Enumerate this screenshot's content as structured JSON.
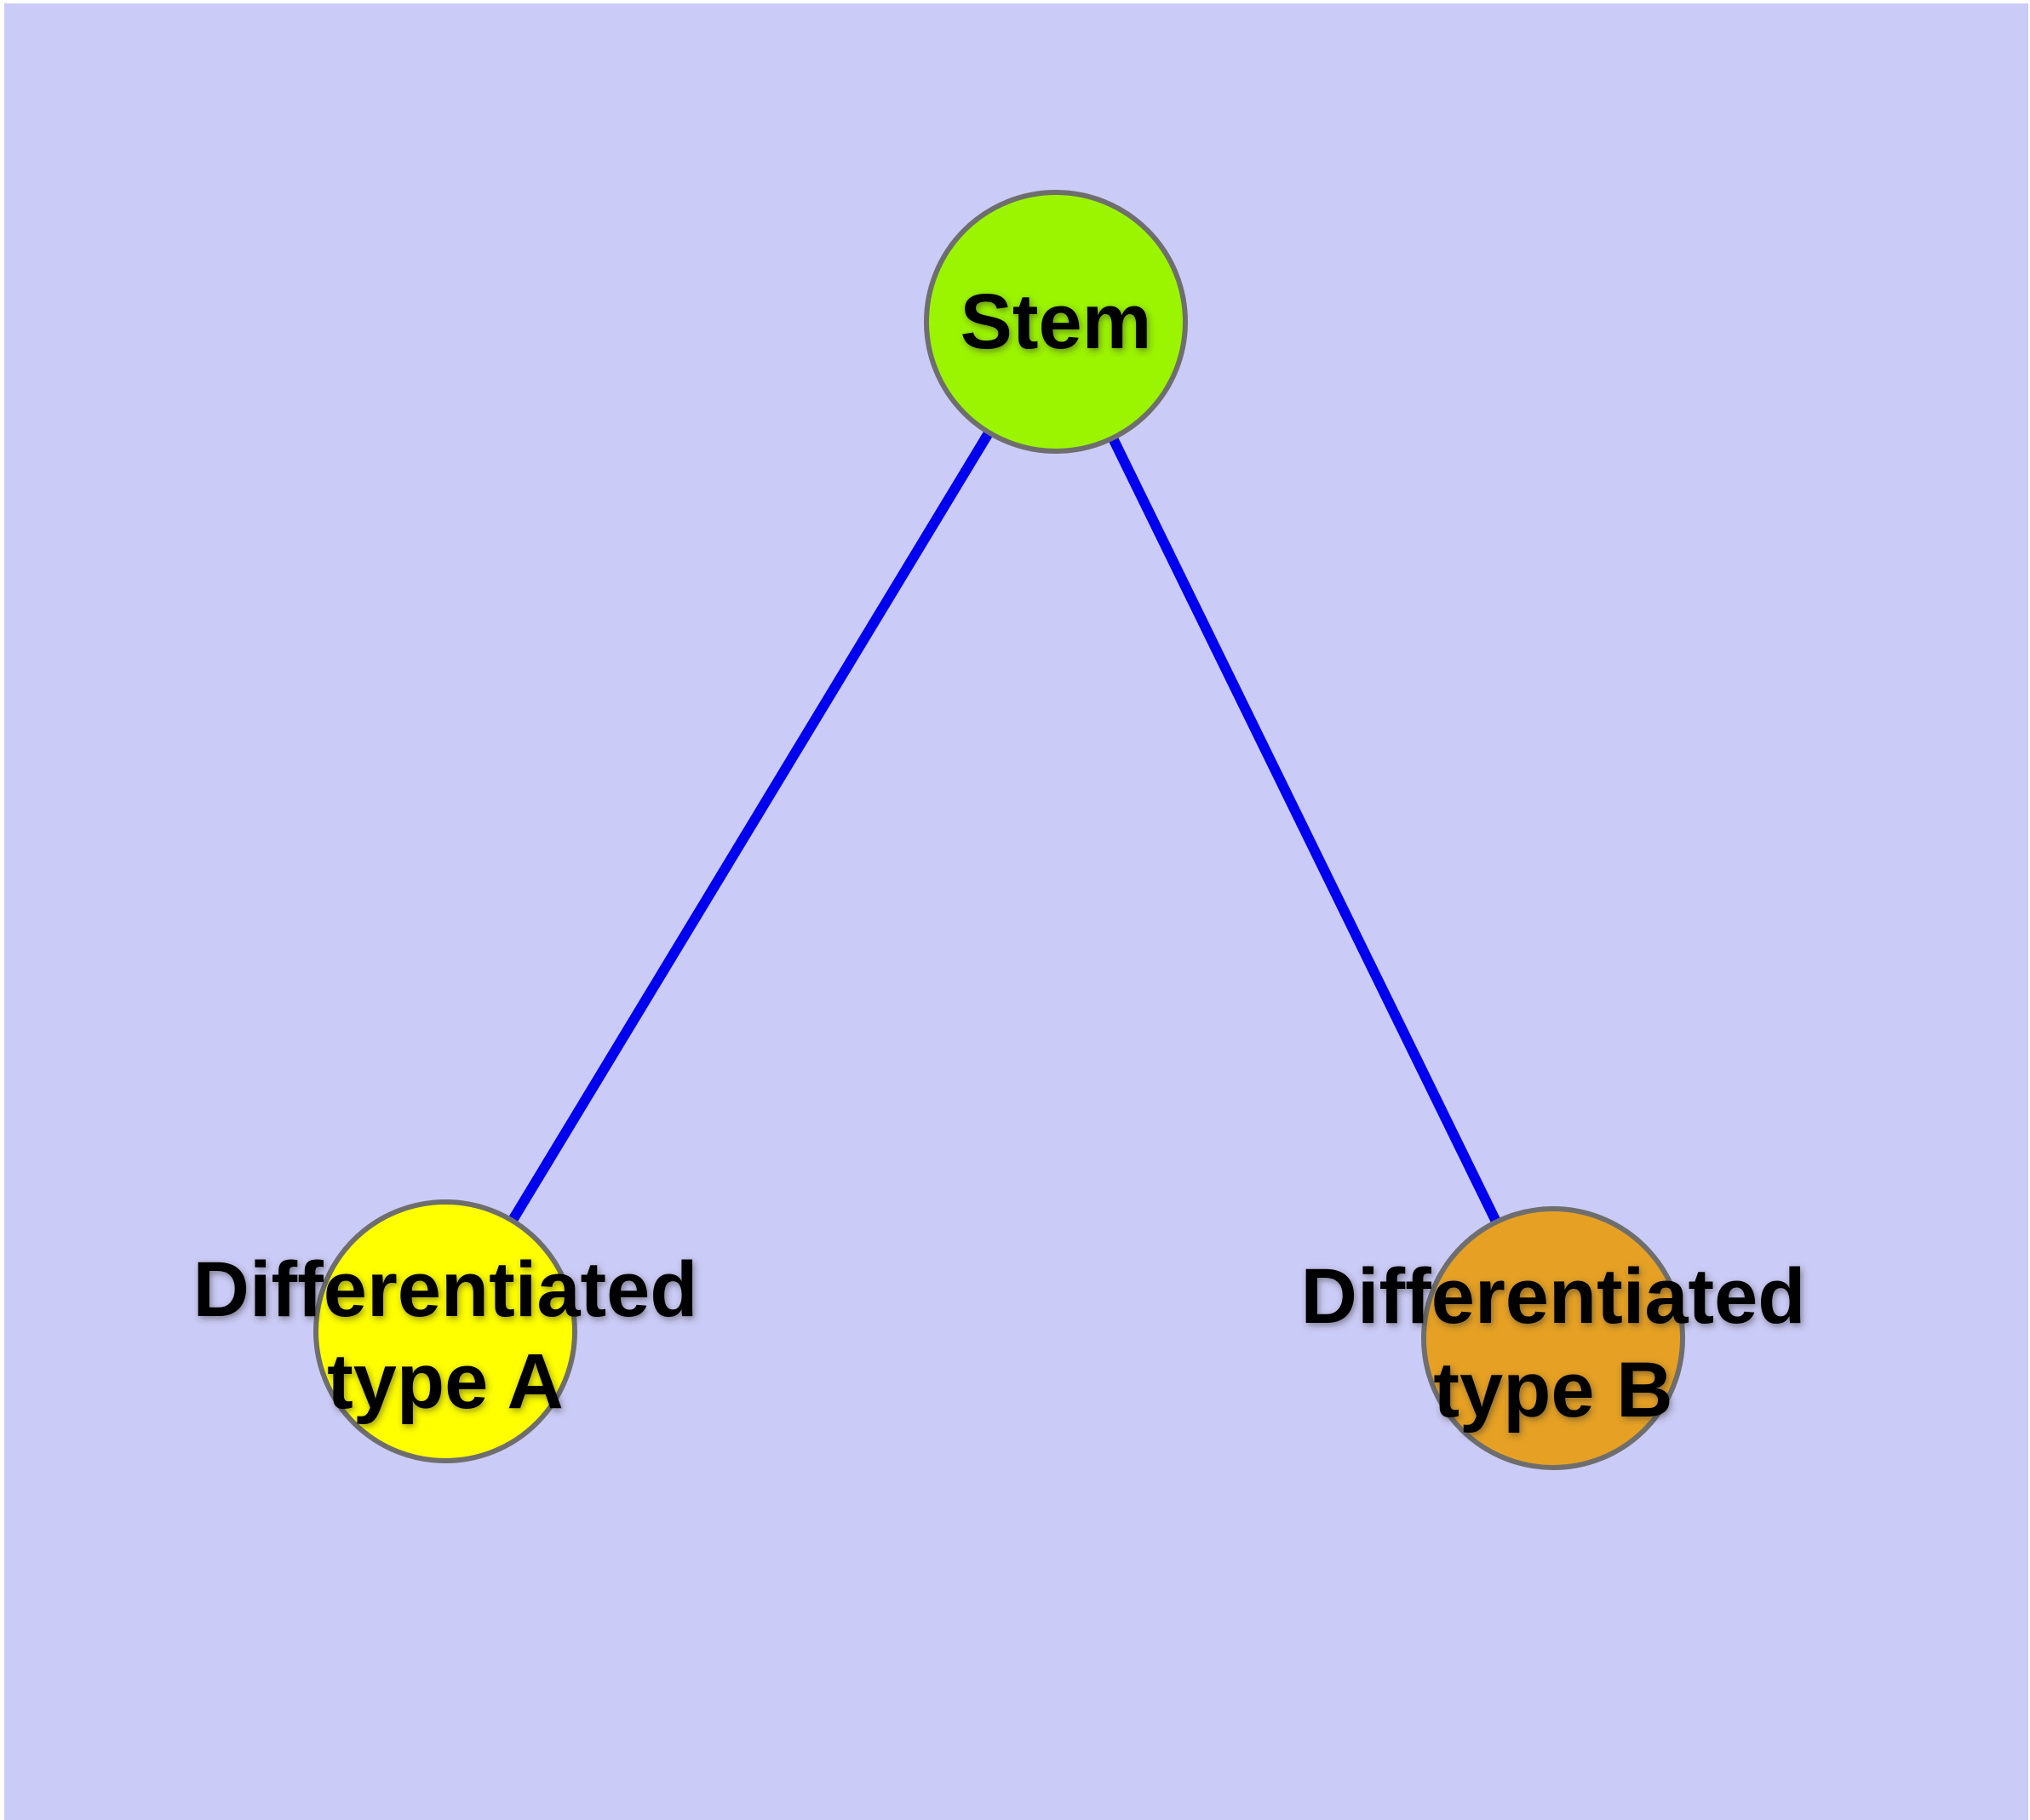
{
  "diagram": {
    "title": "cell-differentiation-graph",
    "page_color": "#FFFFFF",
    "background_color": "#CBCBF7",
    "edge_color": "#0000EE",
    "node_border_color": "#6E6E6E",
    "label_color": "#000000",
    "nodes": {
      "stem": {
        "label": "Stem",
        "fill": "#9BF500"
      },
      "diff_a": {
        "label_line1": "Differentiated",
        "label_line2": "type A",
        "fill": "#FFFF00"
      },
      "diff_b": {
        "label_line1": "Differentiated",
        "label_line2": "type B",
        "fill": "#E6A124"
      }
    },
    "edges": [
      {
        "from": "stem",
        "to": "diff_a"
      },
      {
        "from": "stem",
        "to": "diff_b"
      }
    ]
  }
}
